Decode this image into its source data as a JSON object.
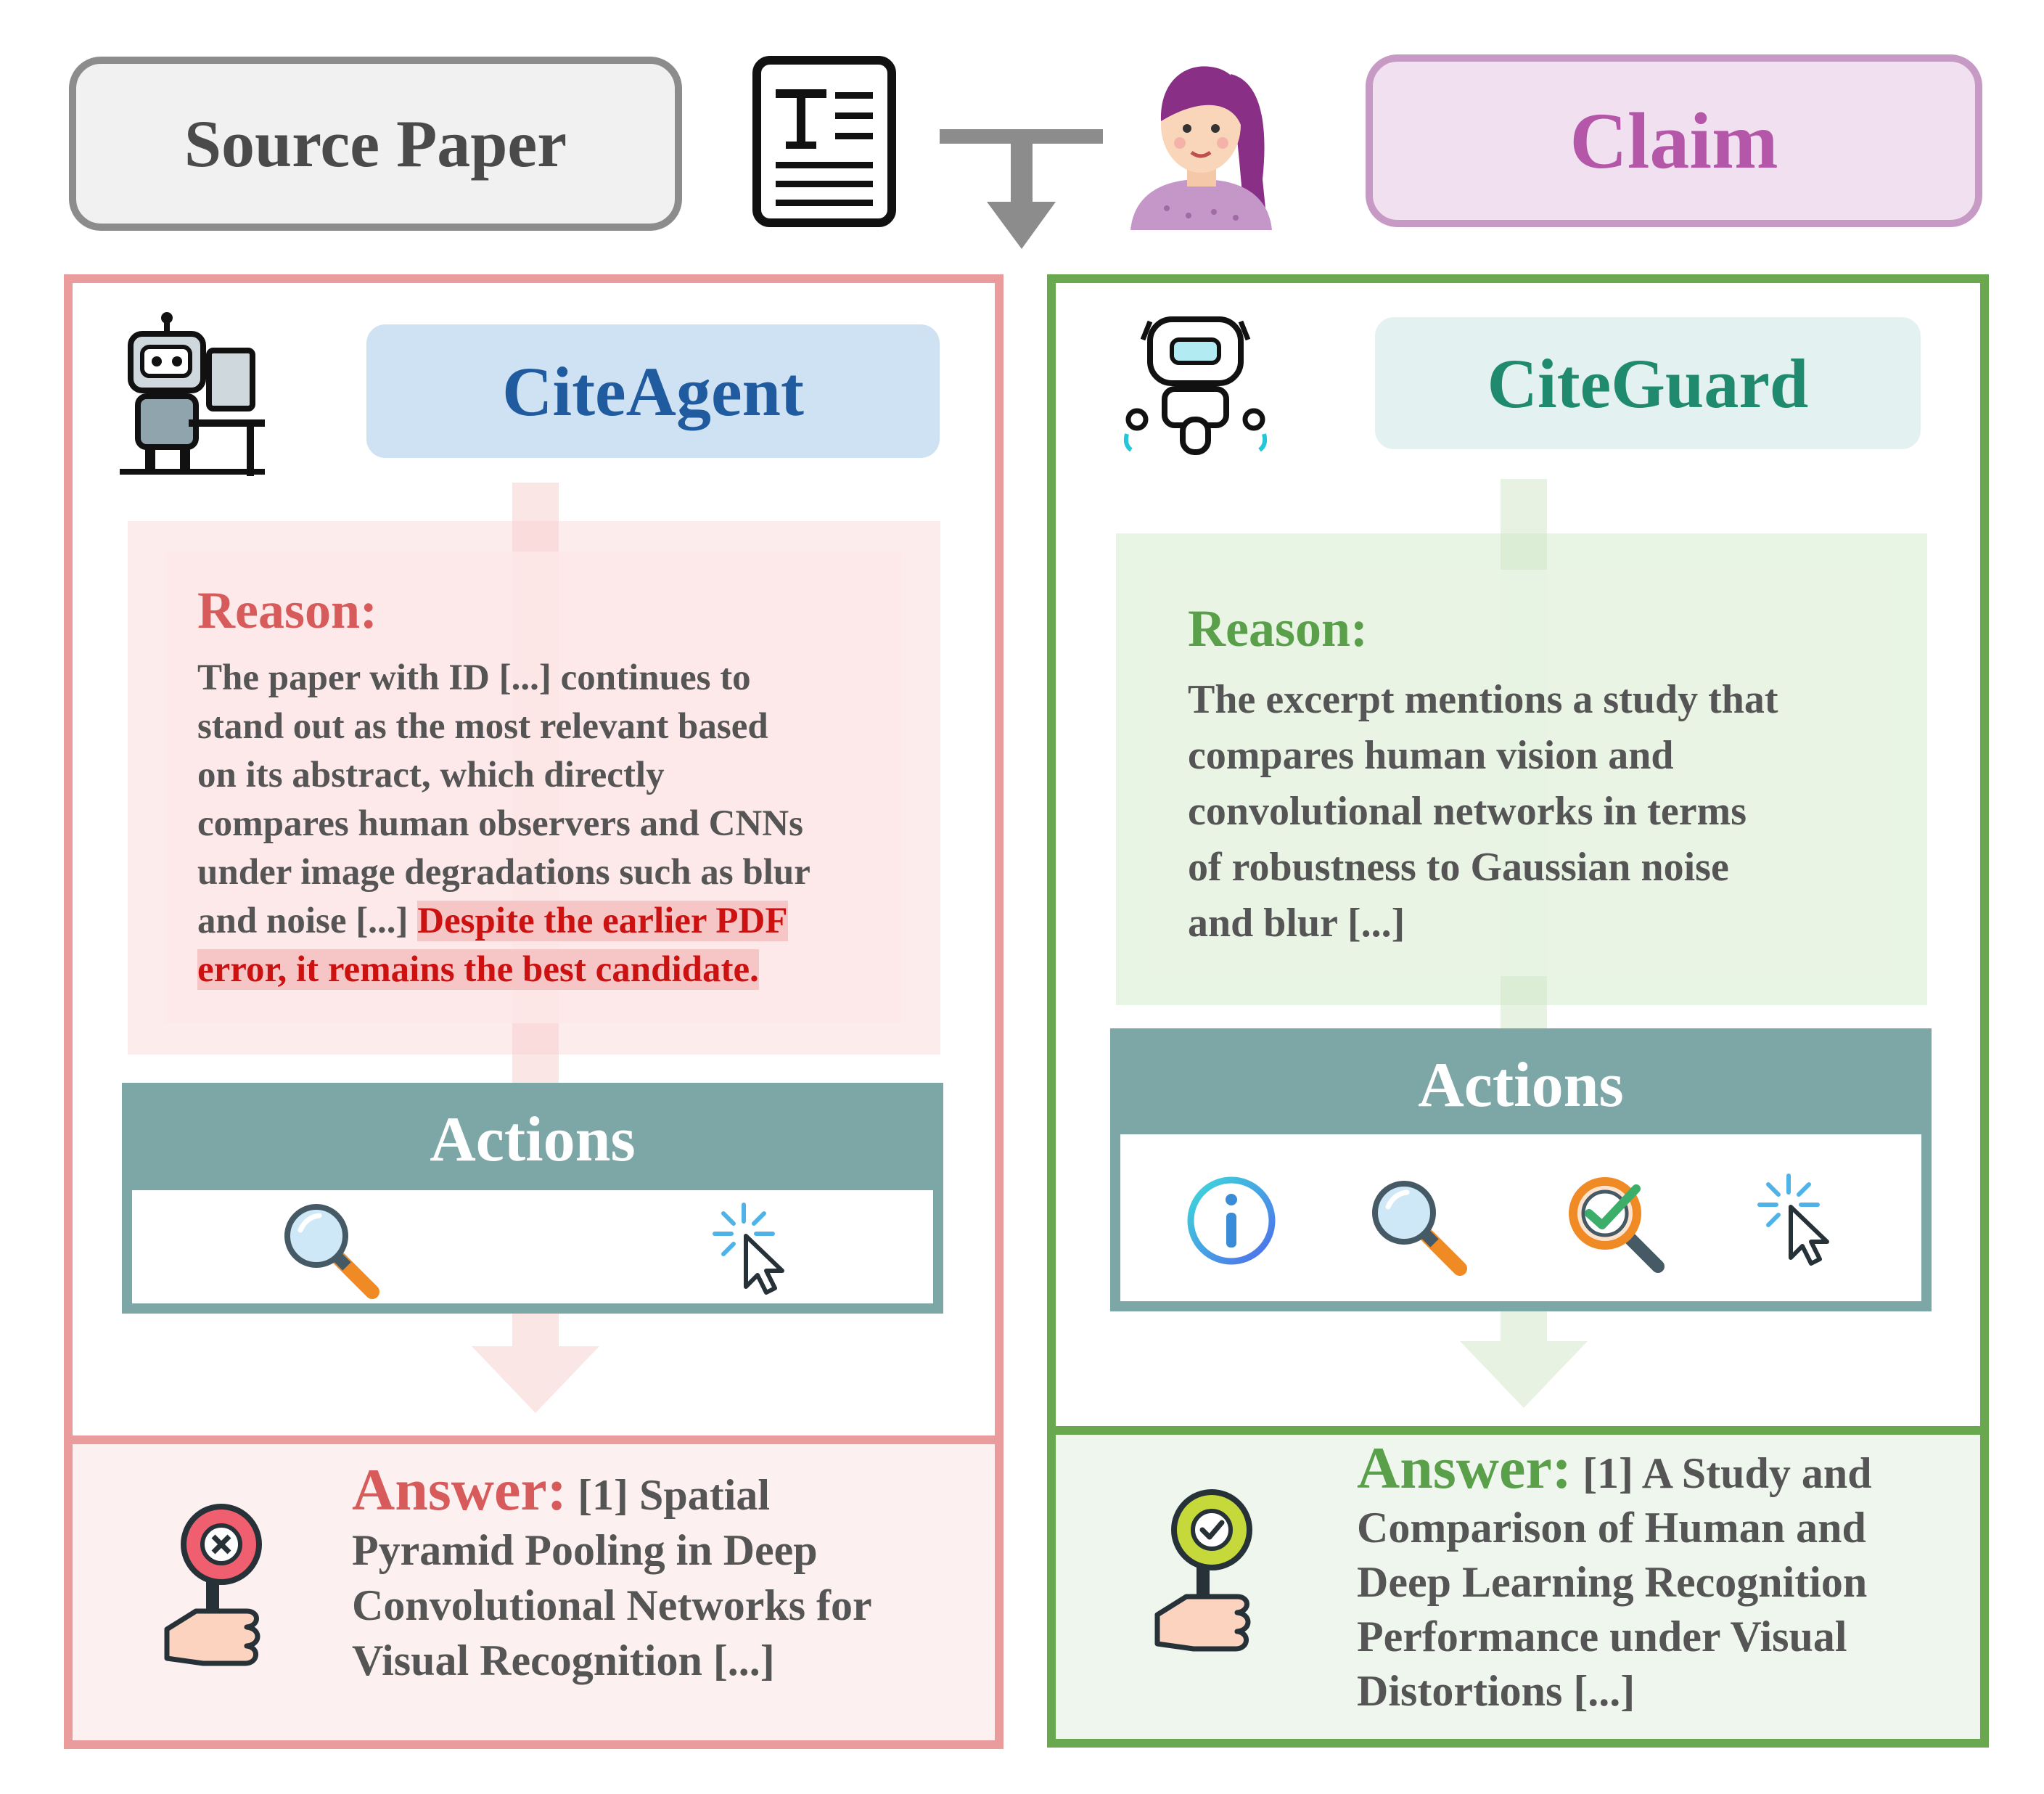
{
  "header": {
    "source_paper_label": "Source Paper",
    "claim_label": "Claim"
  },
  "left": {
    "title": "CiteAgent",
    "reason_heading": "Reason:",
    "reason_lines": [
      "The paper with ID [...] continues to",
      "stand out as the most relevant based",
      "on its abstract, which directly",
      "compares human observers and CNNs",
      "under image degradations such as blur"
    ],
    "reason_line6_plain": "and noise [...] ",
    "reason_line6_highlight": "Despite the earlier PDF",
    "reason_line7_highlight": "error, it remains the best candidate.",
    "actions_label": "Actions",
    "action_icons": [
      "search-icon",
      "click-icon"
    ],
    "answer_heading": "Answer:",
    "answer_line1": " [1] Spatial",
    "answer_lines": [
      "Pyramid Pooling in Deep",
      "Convolutional Networks for",
      "Visual Recognition [...]"
    ],
    "status_icon": "reject-sign-icon"
  },
  "right": {
    "title": "CiteGuard",
    "reason_heading": "Reason:",
    "reason_lines": [
      "The excerpt mentions a study that",
      "compares human vision and",
      "convolutional networks in terms",
      "of robustness to Gaussian noise",
      "and blur [...]"
    ],
    "actions_label": "Actions",
    "action_icons": [
      "info-icon",
      "search-icon",
      "verify-search-icon",
      "click-icon"
    ],
    "answer_heading": "Answer:",
    "answer_line1": " [1] A Study and",
    "answer_lines": [
      "Comparison of Human and",
      "Deep Learning Recognition",
      "Performance under Visual",
      "Distortions [...]"
    ],
    "status_icon": "approve-sign-icon"
  },
  "colors": {
    "left_accent": "#ea9c9c",
    "right_accent": "#6aa84f",
    "actions_bar": "#7da7a6",
    "highlight_text": "#cc1111",
    "claim_purple": "#b457a8"
  }
}
